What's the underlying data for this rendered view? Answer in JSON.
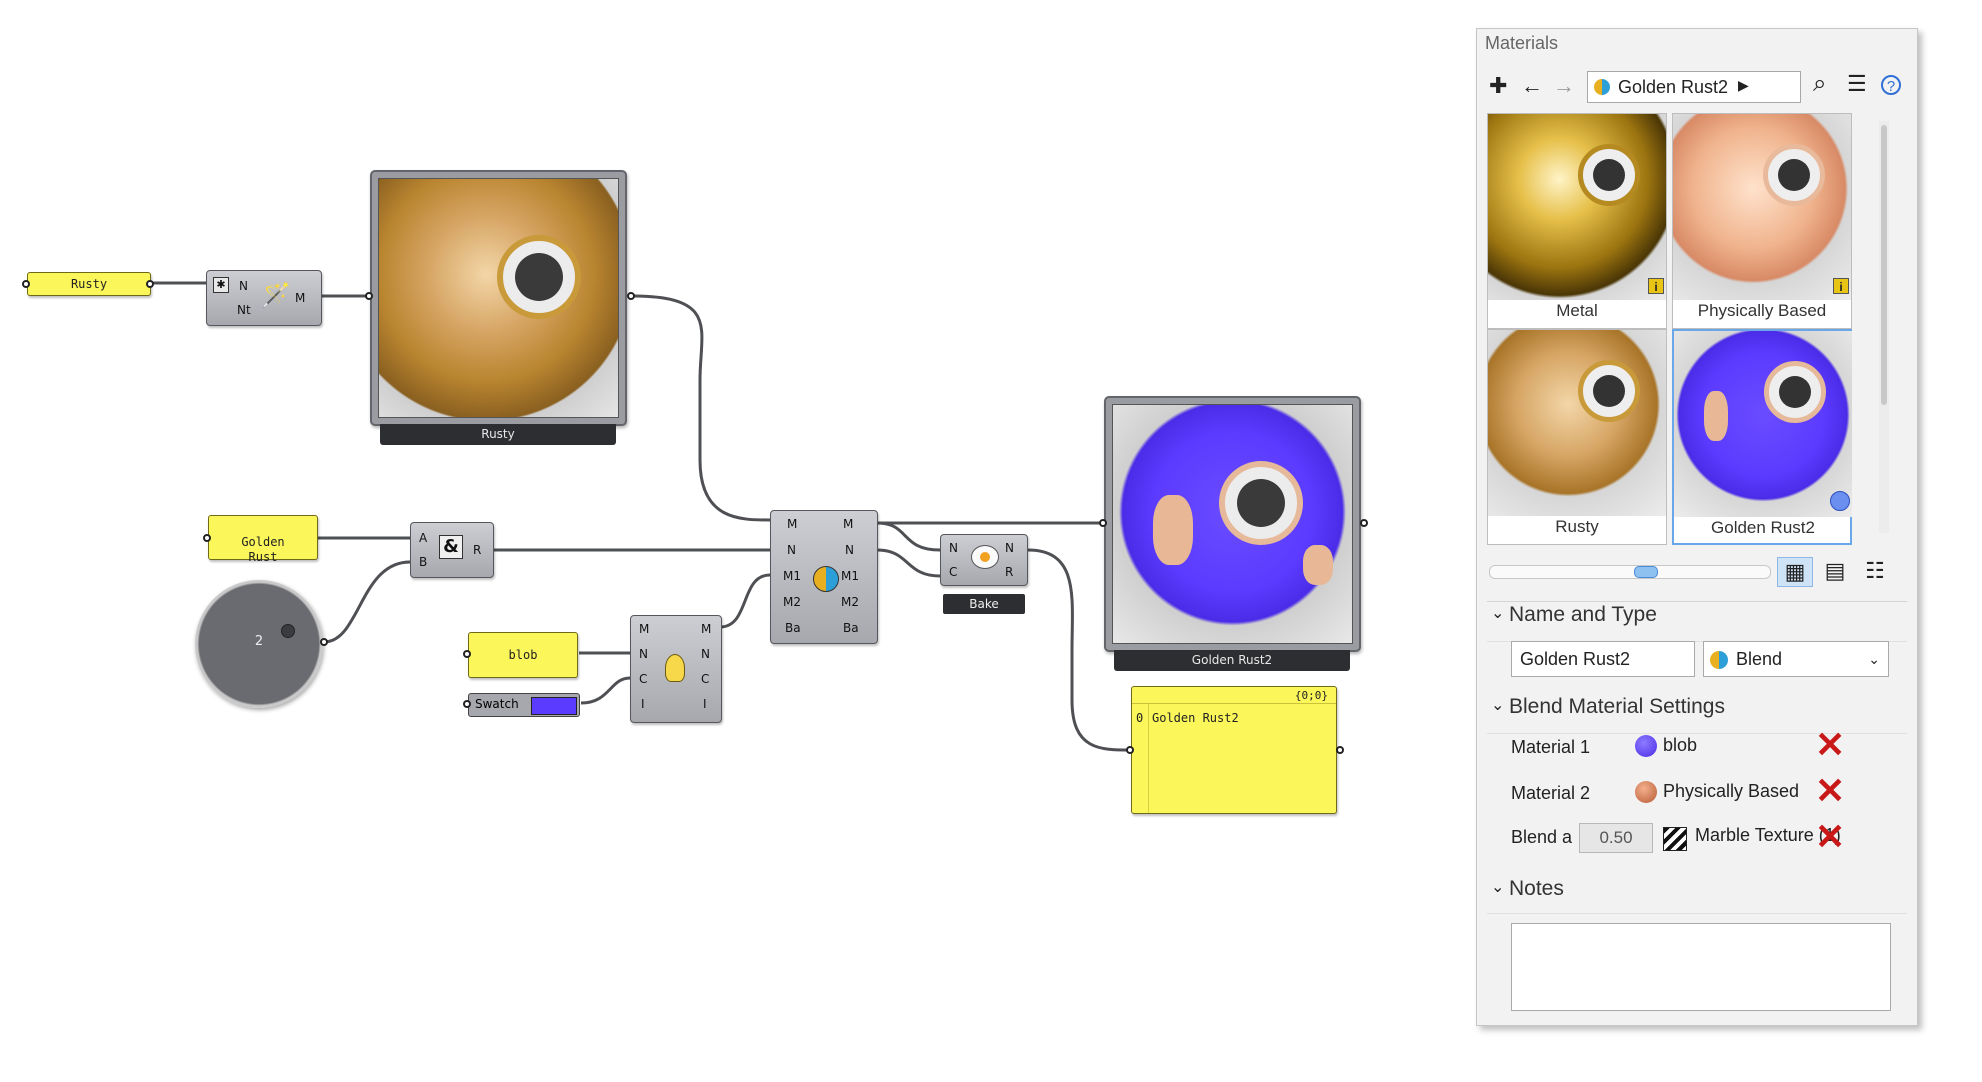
{
  "canvas": {
    "panels": {
      "rusty": "Rusty",
      "golden_rust": "Golden\nRust",
      "blob": "blob",
      "output_header": "{0;0}",
      "output_index": "0",
      "output_value": "Golden Rust2"
    },
    "slider_value": "2",
    "swatch_label": "Swatch",
    "swatch_color": "#5b3bff",
    "preview_rusty_caption": "Rusty",
    "preview_golden_caption": "Golden Rust2",
    "bake_label": "Bake",
    "comp_name": {
      "in_n": "N",
      "in_nt": "Nt",
      "out_m": "M"
    },
    "comp_concat": {
      "in_a": "A",
      "in_b": "B",
      "out_r": "R"
    },
    "comp_blend": {
      "in": [
        "M",
        "N",
        "M1",
        "M2",
        "Ba"
      ],
      "out": [
        "M",
        "N",
        "M1",
        "M2",
        "Ba"
      ]
    },
    "comp_mat": {
      "in": [
        "M",
        "N",
        "C",
        "I"
      ],
      "out": [
        "M",
        "N",
        "C",
        "I"
      ]
    },
    "comp_bake": {
      "in": [
        "N",
        "C"
      ],
      "out": [
        "N",
        "R"
      ]
    }
  },
  "materials": {
    "title": "Materials",
    "current": "Golden Rust2",
    "thumbs": [
      {
        "label": "Metal"
      },
      {
        "label": "Physically Based"
      },
      {
        "label": "Rusty"
      },
      {
        "label": "Golden Rust2"
      }
    ],
    "name_and_type": {
      "header": "Name and Type",
      "name_value": "Golden Rust2",
      "type_value": "Blend"
    },
    "blend_settings": {
      "header": "Blend Material Settings",
      "material1_label": "Material 1",
      "material1_value": "blob",
      "material2_label": "Material 2",
      "material2_value": "Physically Based",
      "blend_label": "Blend a",
      "blend_amount": "0.50",
      "blend_texture": "Marble Texture (1)"
    },
    "notes_header": "Notes"
  },
  "colors": {
    "panel_yellow": "#fbf65a",
    "blob_purple": "#5b3bff",
    "accent_blue": "#2f6fd6",
    "delete_red": "#c81818"
  }
}
